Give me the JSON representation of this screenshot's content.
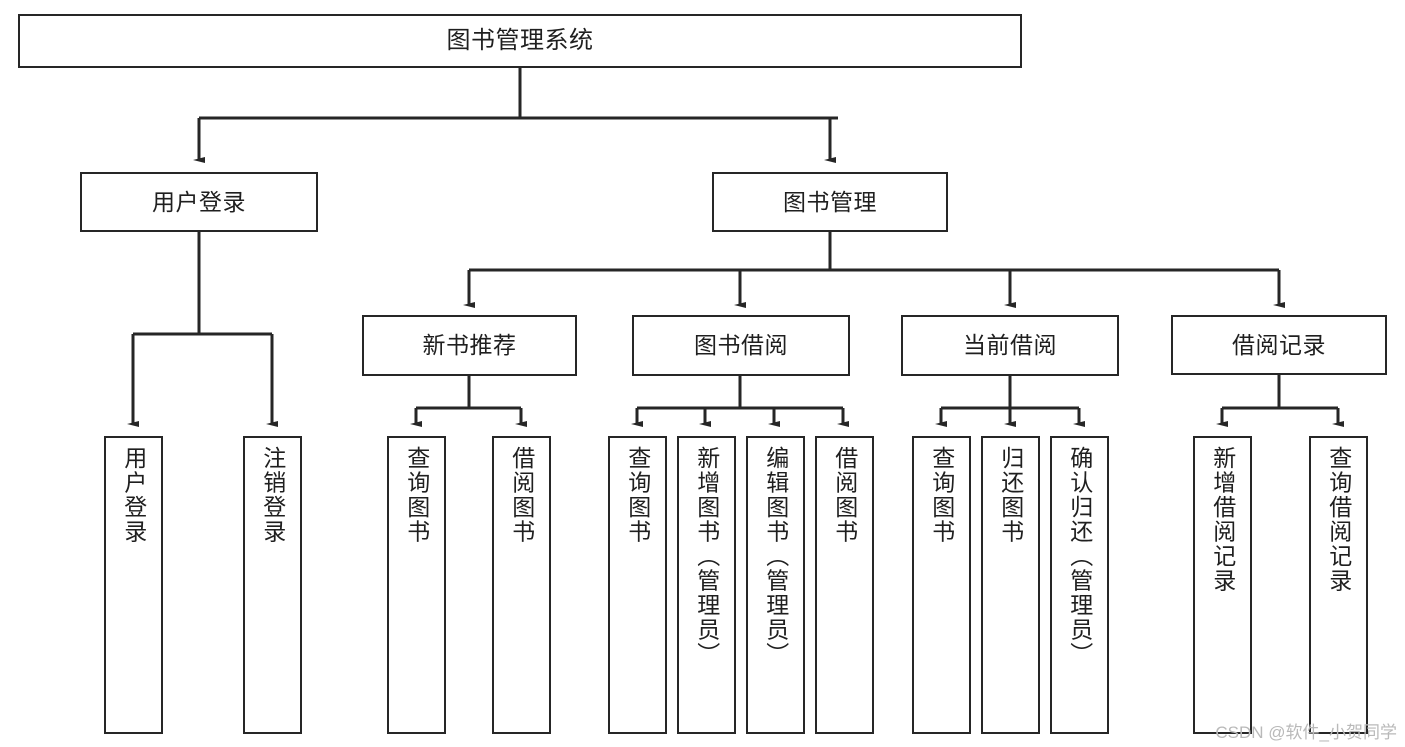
{
  "diagram": {
    "title": "图书管理系统",
    "type": "tree-hierarchy-chart",
    "watermark": "CSDN @软件_小贺同学",
    "colors": {
      "box_border": "#262626",
      "connector": "#262626",
      "background": "#ffffff",
      "watermark": "#b9b9b9"
    },
    "nodes": {
      "root": {
        "label": "图书管理系统"
      },
      "level2": [
        {
          "id": "user-login",
          "label": "用户登录"
        },
        {
          "id": "book-management",
          "label": "图书管理"
        }
      ],
      "level3": [
        {
          "id": "new-book-recommend",
          "label": "新书推荐",
          "parent": "book-management"
        },
        {
          "id": "book-borrow",
          "label": "图书借阅",
          "parent": "book-management"
        },
        {
          "id": "current-borrow",
          "label": "当前借阅",
          "parent": "book-management"
        },
        {
          "id": "borrow-record",
          "label": "借阅记录",
          "parent": "book-management"
        }
      ],
      "leaves": {
        "user_login": [
          {
            "id": "leaf-user-login",
            "label": "用户登录"
          },
          {
            "id": "leaf-logout",
            "label": "注销登录"
          }
        ],
        "new_book_recommend": [
          {
            "id": "leaf-query-book-1",
            "label": "查询图书"
          },
          {
            "id": "leaf-borrow-book-1",
            "label": "借阅图书"
          }
        ],
        "book_borrow": [
          {
            "id": "leaf-query-book-2",
            "label": "查询图书"
          },
          {
            "id": "leaf-add-book",
            "label": "新增图书（管理员）"
          },
          {
            "id": "leaf-edit-book",
            "label": "编辑图书（管理员）"
          },
          {
            "id": "leaf-borrow-book-2",
            "label": "借阅图书"
          }
        ],
        "current_borrow": [
          {
            "id": "leaf-query-book-3",
            "label": "查询图书"
          },
          {
            "id": "leaf-return-book",
            "label": "归还图书"
          },
          {
            "id": "leaf-confirm-return",
            "label": "确认归还（管理员）"
          }
        ],
        "borrow_record": [
          {
            "id": "leaf-add-record",
            "label": "新增借阅记录"
          },
          {
            "id": "leaf-query-record",
            "label": "查询借阅记录"
          }
        ]
      }
    }
  }
}
